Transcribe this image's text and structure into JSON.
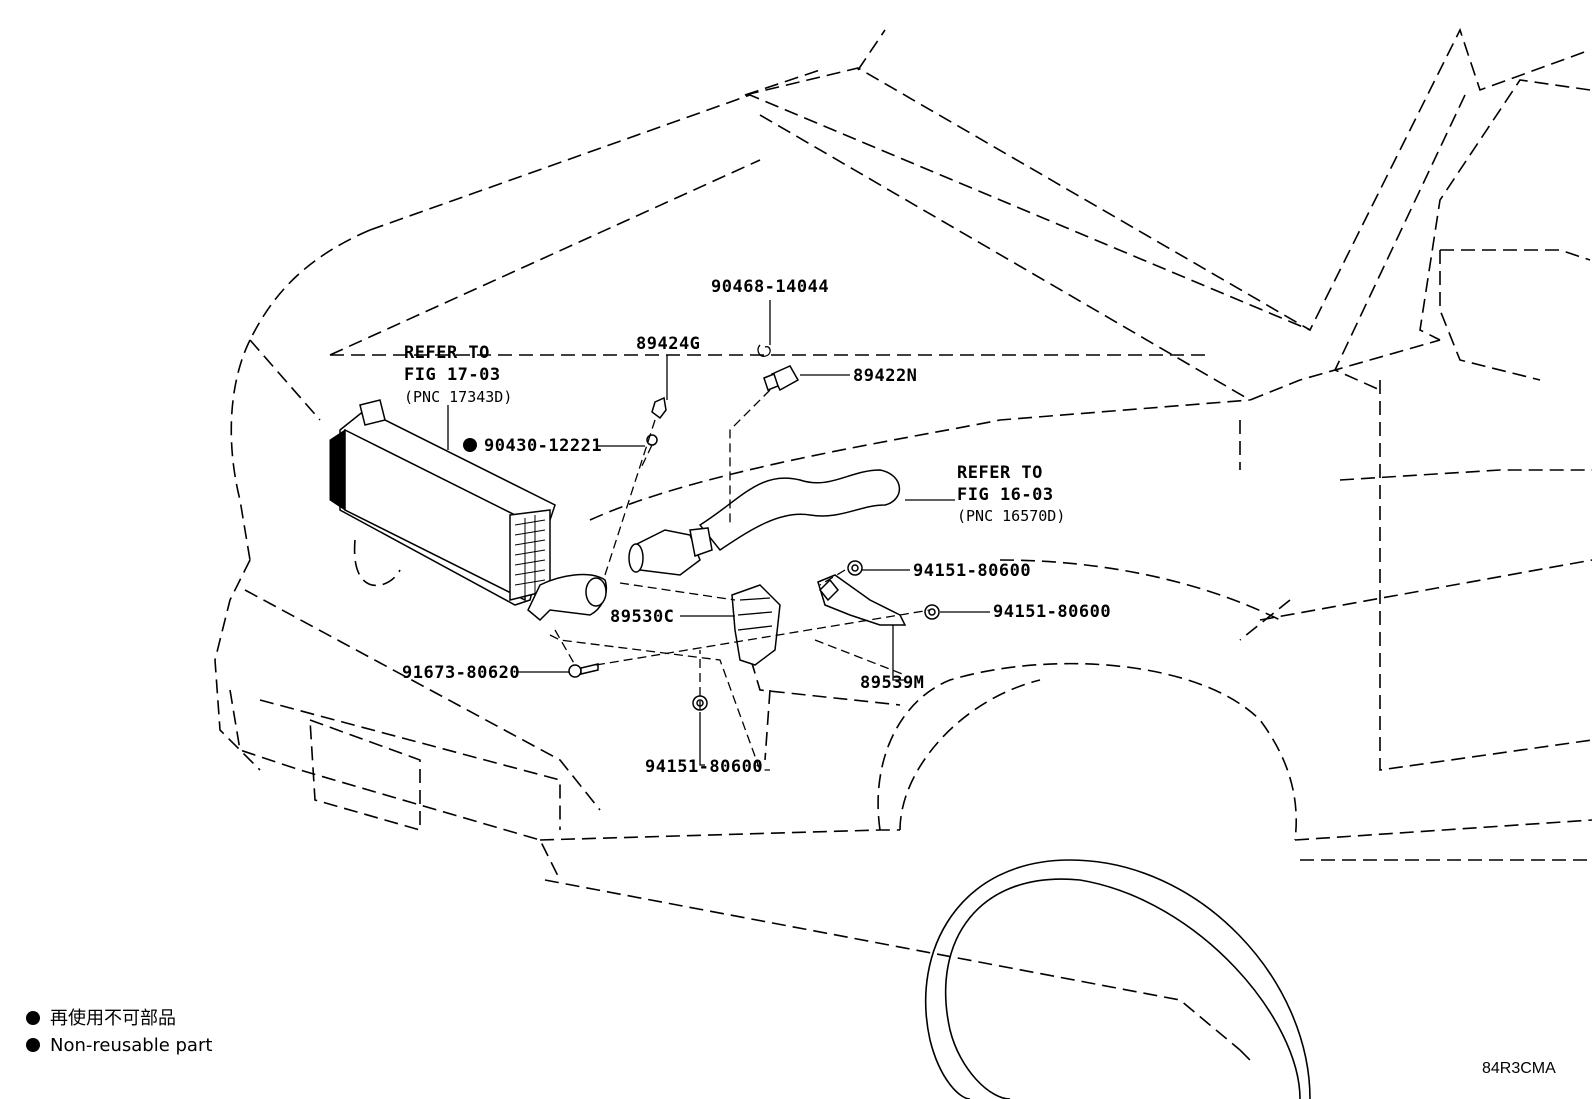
{
  "callouts": {
    "ref_fig_1703": {
      "line1": "REFER TO",
      "line2": "FIG 17-03",
      "line3": "(PNC 17343D)"
    },
    "ref_fig_1603": {
      "line1": "REFER TO",
      "line2": "FIG 16-03",
      "line3": "(PNC 16570D)"
    },
    "p89424g": "89424G",
    "p90430": "90430-12221",
    "p90468": "90468-14044",
    "p89422n": "89422N",
    "p94151_a": "94151-80600",
    "p94151_b": "94151-80600",
    "p89530c": "89530C",
    "p91673": "91673-80620",
    "p89539m": "89539M",
    "p94151_c": "94151-80600"
  },
  "legend": {
    "row1": "再使用不可部品",
    "row2": "Non-reusable part"
  },
  "illustration_code": "84R3CMA"
}
